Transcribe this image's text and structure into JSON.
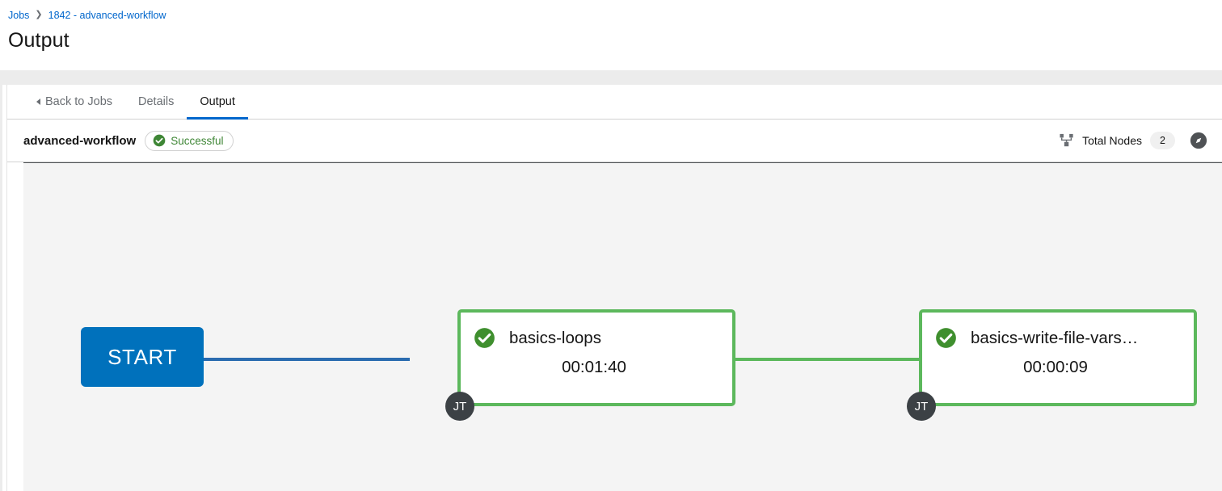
{
  "breadcrumb": {
    "items": [
      {
        "label": "Jobs"
      },
      {
        "label": "1842 - advanced-workflow"
      }
    ],
    "separator": "❯"
  },
  "page_title": "Output",
  "tabs": [
    {
      "label": "Back to Jobs",
      "active": false,
      "has_back_caret": true
    },
    {
      "label": "Details",
      "active": false
    },
    {
      "label": "Output",
      "active": true
    }
  ],
  "status_row": {
    "workflow_name": "advanced-workflow",
    "status_badge": {
      "label": "Successful",
      "icon": "check-circle-icon",
      "color": "#3e8635"
    },
    "topology_icon": "topology-icon",
    "total_nodes_label": "Total Nodes",
    "total_nodes_count": "2",
    "compass_icon": "compass-icon"
  },
  "graph": {
    "start_node": {
      "label": "START",
      "color": "#0071bc"
    },
    "nodes": [
      {
        "name": "basics-loops",
        "elapsed": "00:01:40",
        "status_icon": "check-circle-icon",
        "badge": "JT",
        "border_color": "#5cb85c"
      },
      {
        "name": "basics-write-file-vars…",
        "elapsed": "00:00:09",
        "status_icon": "check-circle-icon",
        "badge": "JT",
        "border_color": "#5cb85c"
      }
    ],
    "links": [
      {
        "from": "start",
        "to": "basics-loops",
        "color": "#2b6cb0"
      },
      {
        "from": "basics-loops",
        "to": "basics-write-file-vars…",
        "color": "#5cb85c"
      }
    ]
  }
}
